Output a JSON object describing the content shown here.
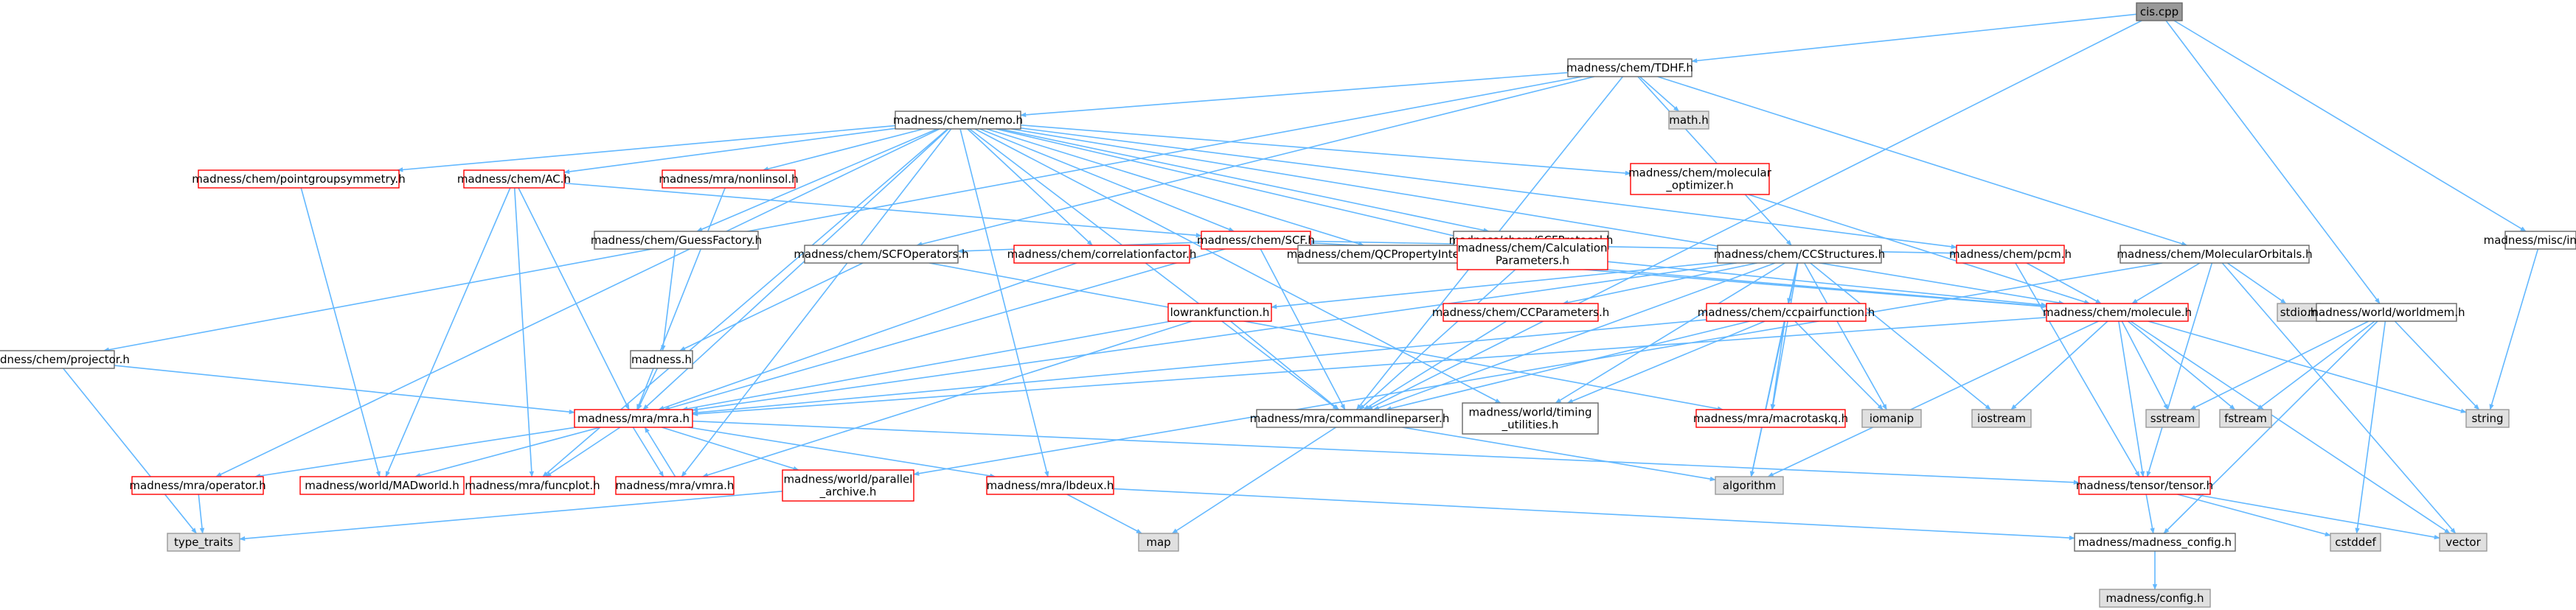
{
  "colors": {
    "root_fill": "#999999",
    "normal_fill": "#ffffff",
    "normal_stroke": "#666666",
    "truncated_stroke": "#ff0000",
    "external_fill": "#e0e0e0",
    "external_stroke": "#999999",
    "edge": "#63b8ff"
  },
  "nodes": {
    "cis": {
      "lines": [
        "cis.cpp"
      ],
      "kind": "root"
    },
    "tdhf": {
      "lines": [
        "madness/chem/TDHF.h"
      ],
      "kind": "normal"
    },
    "mathh": {
      "lines": [
        "math.h"
      ],
      "kind": "external"
    },
    "nemo": {
      "lines": [
        "madness/chem/nemo.h"
      ],
      "kind": "normal"
    },
    "info": {
      "lines": [
        "madness/misc/info.h"
      ],
      "kind": "normal"
    },
    "pgs": {
      "lines": [
        "madness/chem/pointgroupsymmetry.h"
      ],
      "kind": "truncated"
    },
    "ac": {
      "lines": [
        "madness/chem/AC.h"
      ],
      "kind": "truncated"
    },
    "nonlinsol": {
      "lines": [
        "madness/mra/nonlinsol.h"
      ],
      "kind": "truncated"
    },
    "molopt": {
      "lines": [
        "madness/chem/molecular",
        "_optimizer.h"
      ],
      "kind": "truncated"
    },
    "guess": {
      "lines": [
        "madness/chem/GuessFactory.h"
      ],
      "kind": "normal"
    },
    "scf": {
      "lines": [
        "madness/chem/SCF.h"
      ],
      "kind": "truncated"
    },
    "scfprot": {
      "lines": [
        "madness/chem/SCFProtocol.h"
      ],
      "kind": "normal"
    },
    "scfops": {
      "lines": [
        "madness/chem/SCFOperators.h"
      ],
      "kind": "normal"
    },
    "corrfac": {
      "lines": [
        "madness/chem/correlationfactor.h"
      ],
      "kind": "truncated"
    },
    "qcprop": {
      "lines": [
        "madness/chem/QCPropertyInterface.h"
      ],
      "kind": "normal"
    },
    "calcparam": {
      "lines": [
        "madness/chem/Calculation",
        "Parameters.h"
      ],
      "kind": "truncated"
    },
    "pcm": {
      "lines": [
        "madness/chem/pcm.h"
      ],
      "kind": "truncated"
    },
    "molorb": {
      "lines": [
        "madness/chem/MolecularOrbitals.h"
      ],
      "kind": "normal"
    },
    "ccstruct": {
      "lines": [
        "madness/chem/CCStructures.h"
      ],
      "kind": "normal"
    },
    "projector": {
      "lines": [
        "madness/chem/projector.h"
      ],
      "kind": "normal"
    },
    "madnessh": {
      "lines": [
        "madness.h"
      ],
      "kind": "normal"
    },
    "lowrank": {
      "lines": [
        "lowrankfunction.h"
      ],
      "kind": "truncated"
    },
    "ccparams": {
      "lines": [
        "madness/chem/CCParameters.h"
      ],
      "kind": "truncated"
    },
    "ccpair": {
      "lines": [
        "madness/chem/ccpairfunction.h"
      ],
      "kind": "truncated"
    },
    "molecule": {
      "lines": [
        "madness/chem/molecule.h"
      ],
      "kind": "truncated"
    },
    "stdio": {
      "lines": [
        "stdio.h"
      ],
      "kind": "external"
    },
    "worldmem": {
      "lines": [
        "madness/world/worldmem.h"
      ],
      "kind": "normal"
    },
    "mra": {
      "lines": [
        "madness/mra/mra.h"
      ],
      "kind": "truncated"
    },
    "cmdparser": {
      "lines": [
        "madness/mra/commandlineparser.h"
      ],
      "kind": "normal"
    },
    "timing": {
      "lines": [
        "madness/world/timing",
        "_utilities.h"
      ],
      "kind": "normal"
    },
    "macrotask": {
      "lines": [
        "madness/mra/macrotaskq.h"
      ],
      "kind": "truncated"
    },
    "iomanip": {
      "lines": [
        "iomanip"
      ],
      "kind": "external"
    },
    "iostream": {
      "lines": [
        "iostream"
      ],
      "kind": "external"
    },
    "sstream": {
      "lines": [
        "sstream"
      ],
      "kind": "external"
    },
    "fstream": {
      "lines": [
        "fstream"
      ],
      "kind": "external"
    },
    "string": {
      "lines": [
        "string"
      ],
      "kind": "external"
    },
    "operator": {
      "lines": [
        "madness/mra/operator.h"
      ],
      "kind": "truncated"
    },
    "madworld": {
      "lines": [
        "madness/world/MADworld.h"
      ],
      "kind": "truncated"
    },
    "funcplot": {
      "lines": [
        "madness/mra/funcplot.h"
      ],
      "kind": "truncated"
    },
    "vmra": {
      "lines": [
        "madness/mra/vmra.h"
      ],
      "kind": "truncated"
    },
    "parallel": {
      "lines": [
        "madness/world/parallel",
        "_archive.h"
      ],
      "kind": "truncated"
    },
    "lbdeux": {
      "lines": [
        "madness/mra/lbdeux.h"
      ],
      "kind": "truncated"
    },
    "algorithm": {
      "lines": [
        "algorithm"
      ],
      "kind": "external"
    },
    "tensor": {
      "lines": [
        "madness/tensor/tensor.h"
      ],
      "kind": "truncated"
    },
    "typetraits": {
      "lines": [
        "type_traits"
      ],
      "kind": "external"
    },
    "map": {
      "lines": [
        "map"
      ],
      "kind": "external"
    },
    "madconfig": {
      "lines": [
        "madness/madness_config.h"
      ],
      "kind": "normal"
    },
    "cstddef": {
      "lines": [
        "cstddef"
      ],
      "kind": "external"
    },
    "vector": {
      "lines": [
        "vector"
      ],
      "kind": "external"
    },
    "config": {
      "lines": [
        "madness/config.h"
      ],
      "kind": "external"
    }
  },
  "edges": [
    [
      "cis",
      "tdhf"
    ],
    [
      "cis",
      "info"
    ],
    [
      "cis",
      "worldmem"
    ],
    [
      "cis",
      "cmdparser"
    ],
    [
      "tdhf",
      "mathh"
    ],
    [
      "tdhf",
      "nemo"
    ],
    [
      "tdhf",
      "ccstruct"
    ],
    [
      "tdhf",
      "molorb"
    ],
    [
      "tdhf",
      "projector"
    ],
    [
      "tdhf",
      "scfops"
    ],
    [
      "tdhf",
      "cmdparser"
    ],
    [
      "nemo",
      "pgs"
    ],
    [
      "nemo",
      "ac"
    ],
    [
      "nemo",
      "nonlinsol"
    ],
    [
      "nemo",
      "molopt"
    ],
    [
      "nemo",
      "guess"
    ],
    [
      "nemo",
      "scf"
    ],
    [
      "nemo",
      "scfprot"
    ],
    [
      "nemo",
      "corrfac"
    ],
    [
      "nemo",
      "qcprop"
    ],
    [
      "nemo",
      "calcparam"
    ],
    [
      "nemo",
      "pcm"
    ],
    [
      "nemo",
      "molecule"
    ],
    [
      "nemo",
      "operator"
    ],
    [
      "nemo",
      "funcplot"
    ],
    [
      "nemo",
      "vmra"
    ],
    [
      "nemo",
      "lbdeux"
    ],
    [
      "nemo",
      "mra"
    ],
    [
      "nemo",
      "timing"
    ],
    [
      "nemo",
      "cmdparser"
    ],
    [
      "info",
      "string"
    ],
    [
      "pgs",
      "madworld"
    ],
    [
      "ac",
      "scf"
    ],
    [
      "ac",
      "mra"
    ],
    [
      "ac",
      "madworld"
    ],
    [
      "ac",
      "funcplot"
    ],
    [
      "nonlinsol",
      "mra"
    ],
    [
      "molopt",
      "molecule"
    ],
    [
      "guess",
      "madnessh"
    ],
    [
      "scf",
      "scfops"
    ],
    [
      "scf",
      "qcprop"
    ],
    [
      "scf",
      "calcparam"
    ],
    [
      "scf",
      "pcm"
    ],
    [
      "scf",
      "molecule"
    ],
    [
      "scf",
      "mra"
    ],
    [
      "scf",
      "cmdparser"
    ],
    [
      "scfprot",
      "calcparam"
    ],
    [
      "scfops",
      "madnessh"
    ],
    [
      "scfops",
      "macrotask"
    ],
    [
      "corrfac",
      "mra"
    ],
    [
      "qcprop",
      "molecule"
    ],
    [
      "calcparam",
      "molecule"
    ],
    [
      "calcparam",
      "cmdparser"
    ],
    [
      "pcm",
      "molecule"
    ],
    [
      "pcm",
      "tensor"
    ],
    [
      "molorb",
      "molecule"
    ],
    [
      "molorb",
      "tensor"
    ],
    [
      "molorb",
      "vector"
    ],
    [
      "molorb",
      "stdio"
    ],
    [
      "molorb",
      "parallel"
    ],
    [
      "ccstruct",
      "lowrank"
    ],
    [
      "ccstruct",
      "ccparams"
    ],
    [
      "ccstruct",
      "ccpair"
    ],
    [
      "ccstruct",
      "mra"
    ],
    [
      "ccstruct",
      "timing"
    ],
    [
      "ccstruct",
      "cmdparser"
    ],
    [
      "ccstruct",
      "macrotask"
    ],
    [
      "ccstruct",
      "iomanip"
    ],
    [
      "ccstruct",
      "iostream"
    ],
    [
      "ccstruct",
      "algorithm"
    ],
    [
      "projector",
      "mra"
    ],
    [
      "projector",
      "typetraits"
    ],
    [
      "madnessh",
      "mra"
    ],
    [
      "lowrank",
      "mra"
    ],
    [
      "lowrank",
      "vmra"
    ],
    [
      "lowrank",
      "cmdparser"
    ],
    [
      "ccparams",
      "cmdparser"
    ],
    [
      "ccpair",
      "mra"
    ],
    [
      "ccpair",
      "cmdparser"
    ],
    [
      "ccpair",
      "macrotask"
    ],
    [
      "ccpair",
      "iomanip"
    ],
    [
      "ccpair",
      "algorithm"
    ],
    [
      "ccpair",
      "timing"
    ],
    [
      "molecule",
      "mra"
    ],
    [
      "molecule",
      "iostream"
    ],
    [
      "molecule",
      "sstream"
    ],
    [
      "molecule",
      "fstream"
    ],
    [
      "molecule",
      "string"
    ],
    [
      "molecule",
      "algorithm"
    ],
    [
      "molecule",
      "tensor"
    ],
    [
      "molecule",
      "vector"
    ],
    [
      "worldmem",
      "sstream"
    ],
    [
      "worldmem",
      "fstream"
    ],
    [
      "worldmem",
      "string"
    ],
    [
      "worldmem",
      "cstddef"
    ],
    [
      "worldmem",
      "madconfig"
    ],
    [
      "mra",
      "operator"
    ],
    [
      "mra",
      "madworld"
    ],
    [
      "mra",
      "funcplot"
    ],
    [
      "mra",
      "vmra"
    ],
    [
      "mra",
      "parallel"
    ],
    [
      "mra",
      "lbdeux"
    ],
    [
      "mra",
      "tensor"
    ],
    [
      "vmra",
      "mra"
    ],
    [
      "operator",
      "typetraits"
    ],
    [
      "parallel",
      "typetraits"
    ],
    [
      "cmdparser",
      "map"
    ],
    [
      "cmdparser",
      "algorithm"
    ],
    [
      "lbdeux",
      "map"
    ],
    [
      "lbdeux",
      "madconfig"
    ],
    [
      "tensor",
      "madconfig"
    ],
    [
      "tensor",
      "cstddef"
    ],
    [
      "tensor",
      "vector"
    ],
    [
      "madconfig",
      "config"
    ]
  ]
}
